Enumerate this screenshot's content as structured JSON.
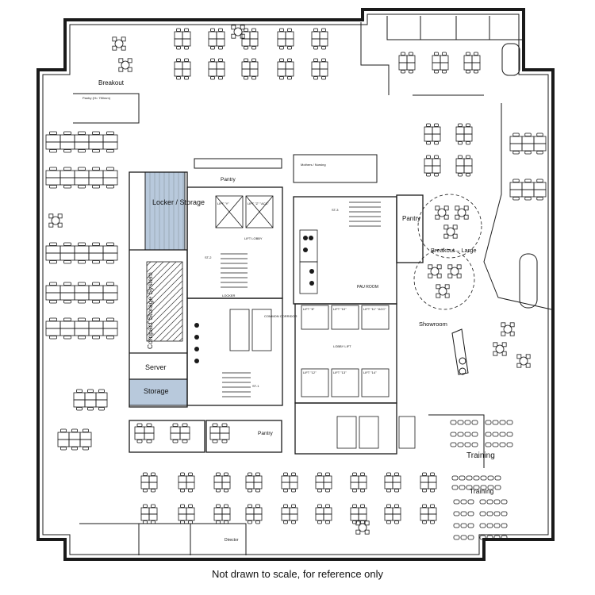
{
  "rooms": {
    "breakout": "Breakout",
    "pantry_top_left": "Pantry (H= 750mm)",
    "pantry_center": "Pantry",
    "mothers_nursing": "Mothers / Nursing",
    "pantry_right": "Pantry",
    "breakout_large": "Breakout – Large",
    "locker_storage": "Locker / Storage",
    "compact_storage": "Compact Storage System",
    "server": "Server",
    "storage": "Storage",
    "pau_room": "PAU ROOM",
    "showroom": "Showroom",
    "pantry_bottom": "Pantry",
    "training_1": "Training",
    "training_2": "Training",
    "director": "Director",
    "lift_lobby": "LIFT LOBBY",
    "lift_lobby_2": "LOBBY LIFT",
    "common_corridor": "COMMON CORRIDOR",
    "locker": "LOCKER"
  },
  "lifts": {
    "upper": [
      "LIFT \"Y\"",
      "LIFT \"Z\" \"ACC\""
    ],
    "center_top": [
      "LIFT \"8\"",
      "LIFT \"10\"",
      "LIFT \"11\" \"ACC\""
    ],
    "center_bottom": [
      "LIFT \"12\"",
      "LIFT \"13\"",
      "LIFT \"14\""
    ]
  },
  "stairs": [
    "ST-3",
    "ST-2",
    "ST-1"
  ],
  "footer": {
    "disclaimer": "Not drawn to scale, for reference only"
  },
  "colors": {
    "line": "#1a1a1a",
    "highlight_fill": "#b8c9dc",
    "background": "#ffffff"
  }
}
